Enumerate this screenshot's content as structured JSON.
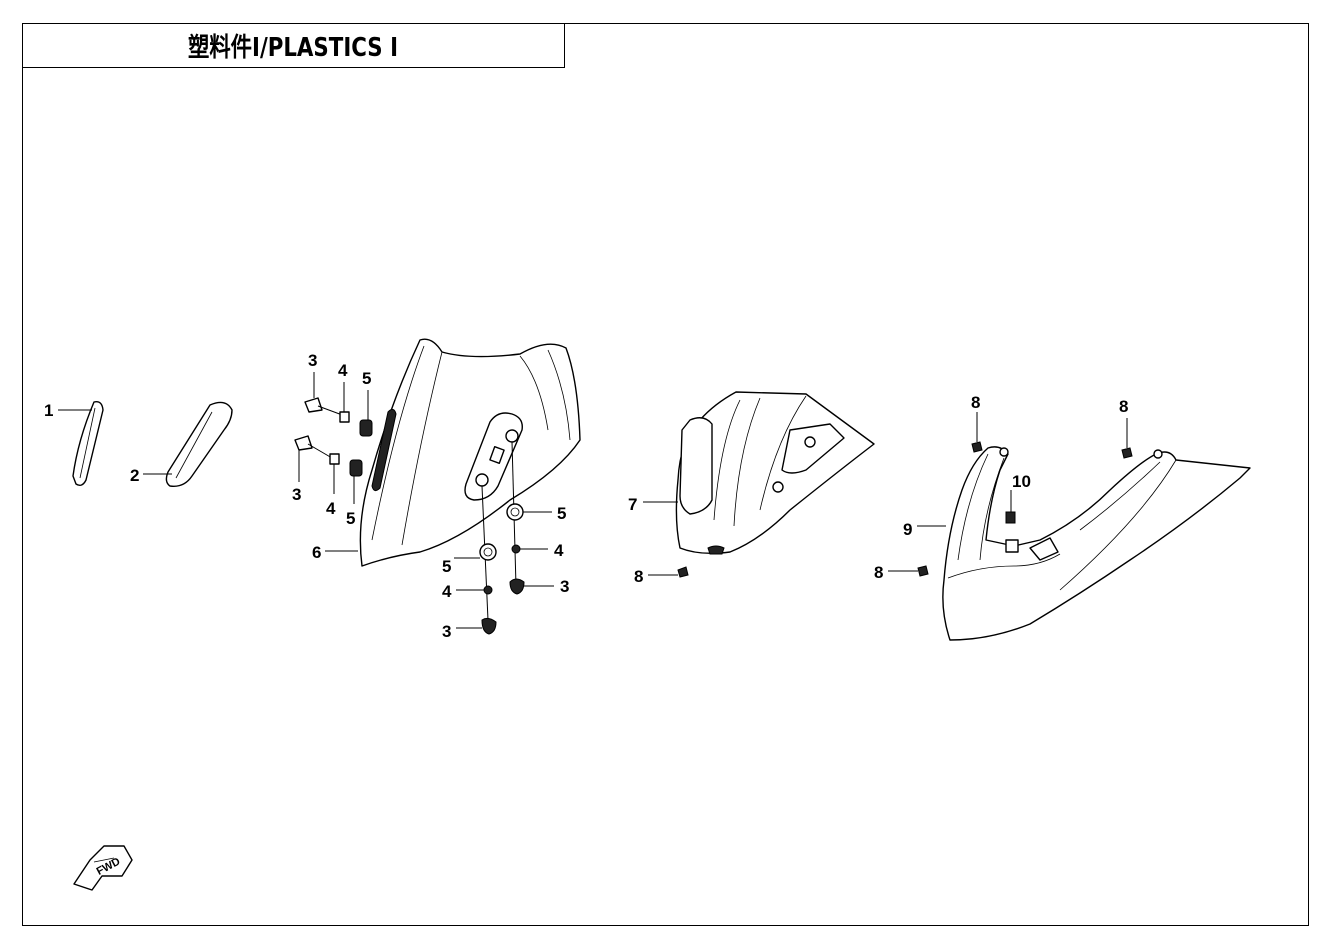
{
  "title": "塑料件Ⅰ/PLASTICS Ⅰ",
  "fwd_label": "FWD",
  "callouts": {
    "c1": "1",
    "c2": "2",
    "c3a": "3",
    "c4a": "4",
    "c5a": "5",
    "c3b": "3",
    "c4b": "4",
    "c5b": "5",
    "c6": "6",
    "c5c": "5",
    "c4c": "4",
    "c3c": "3",
    "c5d": "5",
    "c4d": "4",
    "c3d": "3",
    "c7": "7",
    "c8a": "8",
    "c8b": "8",
    "c8c": "8",
    "c8d": "8",
    "c9": "9",
    "c10": "10"
  },
  "colors": {
    "line": "#000000",
    "background": "#ffffff"
  }
}
